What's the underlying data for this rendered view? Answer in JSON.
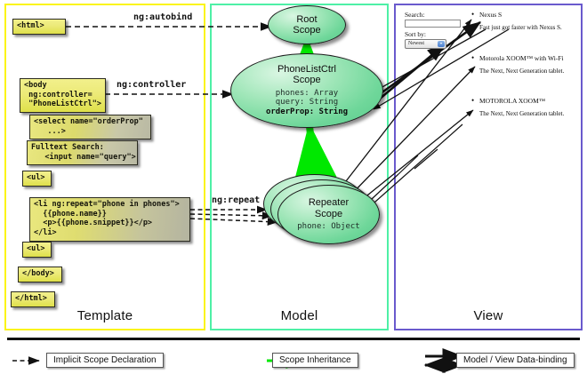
{
  "columns": {
    "template": {
      "label": "Template",
      "border_color": "#fbf417"
    },
    "model": {
      "label": "Model",
      "border_color": "#4ef0a6"
    },
    "view": {
      "label": "View",
      "border_color": "#6a5acd"
    }
  },
  "template_boxes": [
    {
      "name": "html-open-tag",
      "text": "<html>"
    },
    {
      "name": "body-controller-tag",
      "text": "<body\n ng:controller=\n \"PhoneListCtrl\">"
    },
    {
      "name": "select-orderprop-tag",
      "text": "<select name=\"orderProp\"\n   ...>"
    },
    {
      "name": "fulltext-search-input",
      "text": "Fulltext Search:\n   <input name=\"query\">"
    },
    {
      "name": "ul-open-tag",
      "text": "<ul>"
    },
    {
      "name": "li-ngrepeat-tag",
      "text": "<li ng:repeat=\"phone in phones\">\n  {{phone.name}}\n  <p>{{phone.snippet}}</p>\n</li>"
    },
    {
      "name": "ul-close-tag",
      "text": "<ul>"
    },
    {
      "name": "body-close-tag",
      "text": "</body>"
    },
    {
      "name": "html-close-tag",
      "text": "</html>"
    }
  ],
  "scopes": [
    {
      "name": "root-scope",
      "title": "Root\nScope",
      "props": ""
    },
    {
      "name": "phonelistctrl-scope",
      "title": "PhoneListCtrl\nScope",
      "props_plain": "phones: Array\nquery: String",
      "props_bold": "orderProp: String"
    },
    {
      "name": "repeater-scope",
      "title": "Repeater\nScope",
      "props": "phone: Object"
    }
  ],
  "edge_labels": [
    {
      "name": "ng-autobind-label",
      "text": "ng:autobind"
    },
    {
      "name": "ng-controller-label",
      "text": "ng:controller"
    },
    {
      "name": "ng-repeat-label",
      "text": "ng:repeat"
    }
  ],
  "view": {
    "search_label": "Search:",
    "search_value": "",
    "sort_label": "Sort by:",
    "sort_selected": "Newest",
    "phones": [
      {
        "name": "Nexus S",
        "snippet": "Fast just got faster with Nexus S."
      },
      {
        "name": "Motorola XOOM™ with Wi-Fi",
        "snippet": "The Next, Next Generation tablet."
      },
      {
        "name": "MOTOROLA XOOM™",
        "snippet": "The Next, Next Generation tablet."
      }
    ]
  },
  "legend": [
    {
      "name": "legend-implicit-scope-declaration",
      "text": "Implicit Scope Declaration",
      "style": "dashed-arrow",
      "color": "#111111"
    },
    {
      "name": "legend-scope-inheritance",
      "text": "Scope Inheritance",
      "style": "green-arrow",
      "color": "#00e800"
    },
    {
      "name": "legend-data-binding",
      "text": "Model / View Data-binding",
      "style": "double-arrow",
      "color": "#111111"
    }
  ]
}
